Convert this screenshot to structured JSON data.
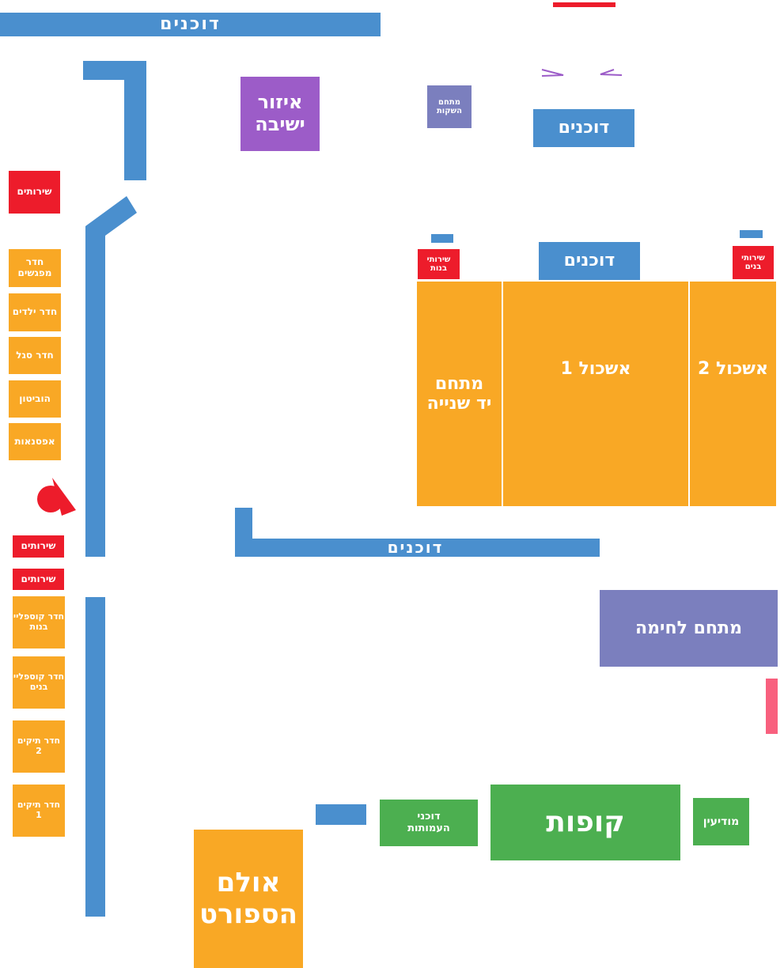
{
  "colors": {
    "corridor": "#4a8fce",
    "room": "#f9a825",
    "service": "#ed1c2b",
    "seating": "#9c5cc8",
    "hall": "#7b7fbe",
    "registration": "#4caf50",
    "marker": "#f8607e"
  },
  "labels": {
    "top_stalls": "דוכנים",
    "seating_area": "איזור\nישיבה",
    "drinks_area": "מתחם\nהשקות",
    "upper_stalls": "דוכנים",
    "restrooms_left": "שירותים",
    "meeting_room": "חדר\nמפגשים",
    "kids_room": "חדר ילדים",
    "staff_room": "חדר סגל",
    "hubiton": "הוביטון",
    "storage": "אפסנאות",
    "girls_restroom": "שירותי\nבנות",
    "middle_stalls": "דוכנים",
    "boys_restroom": "שירותי\nבנים",
    "second_hand_area": "מתחם\nיד שנייה",
    "cluster_1": "אשכול 1",
    "cluster_2": "אשכול 2",
    "lower_stalls": "דוכנים",
    "restrooms_a": "שירותים",
    "restrooms_b": "שירותים",
    "cosplay_girls": "חדר קוספליי\nבנות",
    "cosplay_boys": "חדר קוספליי\nבנים",
    "bags_room_2": "חדר תיקים\n2",
    "bags_room_1": "חדר תיקים\n1",
    "combat_area": "מתחם לחימה",
    "booth_stalls": "דוכני\nהעמותות",
    "cashiers": "קופות",
    "information": "מודיעין",
    "sports_hall": "אולם\nהספורט"
  }
}
